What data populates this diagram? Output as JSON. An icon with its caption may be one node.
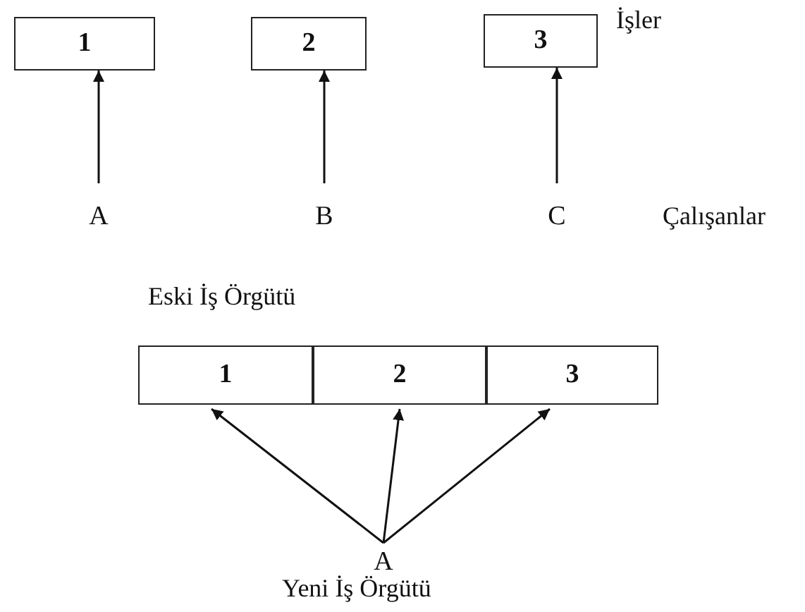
{
  "diagram": {
    "nodes": [
      {
        "text": [
          "1"
        ]
      },
      {
        "text": [
          "2"
        ]
      },
      {
        "text": [
          "3"
        ]
      },
      {
        "text": [
          "A"
        ]
      },
      {
        "text": [
          "B"
        ]
      },
      {
        "text": [
          "C"
        ]
      },
      {
        "text": [
          "1"
        ]
      },
      {
        "text": [
          "2"
        ]
      },
      {
        "text": [
          "3"
        ]
      },
      {
        "text": [
          "A"
        ]
      }
    ],
    "edges": [
      {
        "from": 3,
        "to": 0,
        "arrow": "to"
      },
      {
        "from": 4,
        "to": 1,
        "arrow": "to"
      },
      {
        "from": 5,
        "to": 2,
        "arrow": "to"
      },
      {
        "from": 9,
        "to": 6,
        "arrow": "to"
      },
      {
        "from": 9,
        "to": 7,
        "arrow": "to"
      },
      {
        "from": 9,
        "to": 8,
        "arrow": "to"
      }
    ],
    "labels": [
      "İşler",
      "Çalışanlar",
      "Eski İş Örgütü",
      "Yeni İş Örgütü"
    ]
  }
}
